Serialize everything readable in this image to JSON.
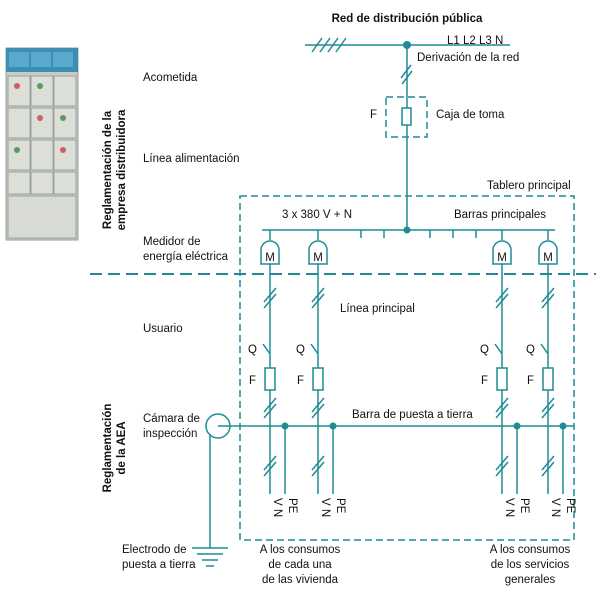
{
  "title": "Red de distribución pública",
  "phases": "L1 L2 L3 N",
  "labels": {
    "derivacion": "Derivación de la red",
    "acometida": "Acometida",
    "caja_f": "F",
    "caja_toma": "Caja de toma",
    "linea_alimentacion": "Línea alimentación",
    "tablero_principal": "Tablero principal",
    "voltage": "3 x 380 V + N",
    "barras_principales": "Barras principales",
    "medidor_1": "Medidor de",
    "medidor_2": "energía eléctrica",
    "meter_symbol": "M",
    "linea_principal": "Línea principal",
    "usuario": "Usuario",
    "q": "Q",
    "f": "F",
    "camara_1": "Cámara de",
    "camara_2": "inspección",
    "barra_tierra": "Barra de puesta a tierra",
    "vn": "V N",
    "pe": "PE",
    "electrodo_1": "Electrodo de",
    "electrodo_2": "puesta a tierra",
    "consumos_a_1": "A los consumos",
    "consumos_a_2": "de cada una",
    "consumos_a_3": "de las vivienda",
    "consumos_b_1": "A los consumos",
    "consumos_b_2": "de los servicios",
    "consumos_b_3": "generales"
  },
  "side_labels": {
    "empresa_1": "Reglamentación de la",
    "empresa_2": "empresa distribuidora",
    "aea_1": "Reglamentación",
    "aea_2": "de la AEA"
  },
  "colors": {
    "line": "#1f8b95",
    "text": "#111111"
  }
}
